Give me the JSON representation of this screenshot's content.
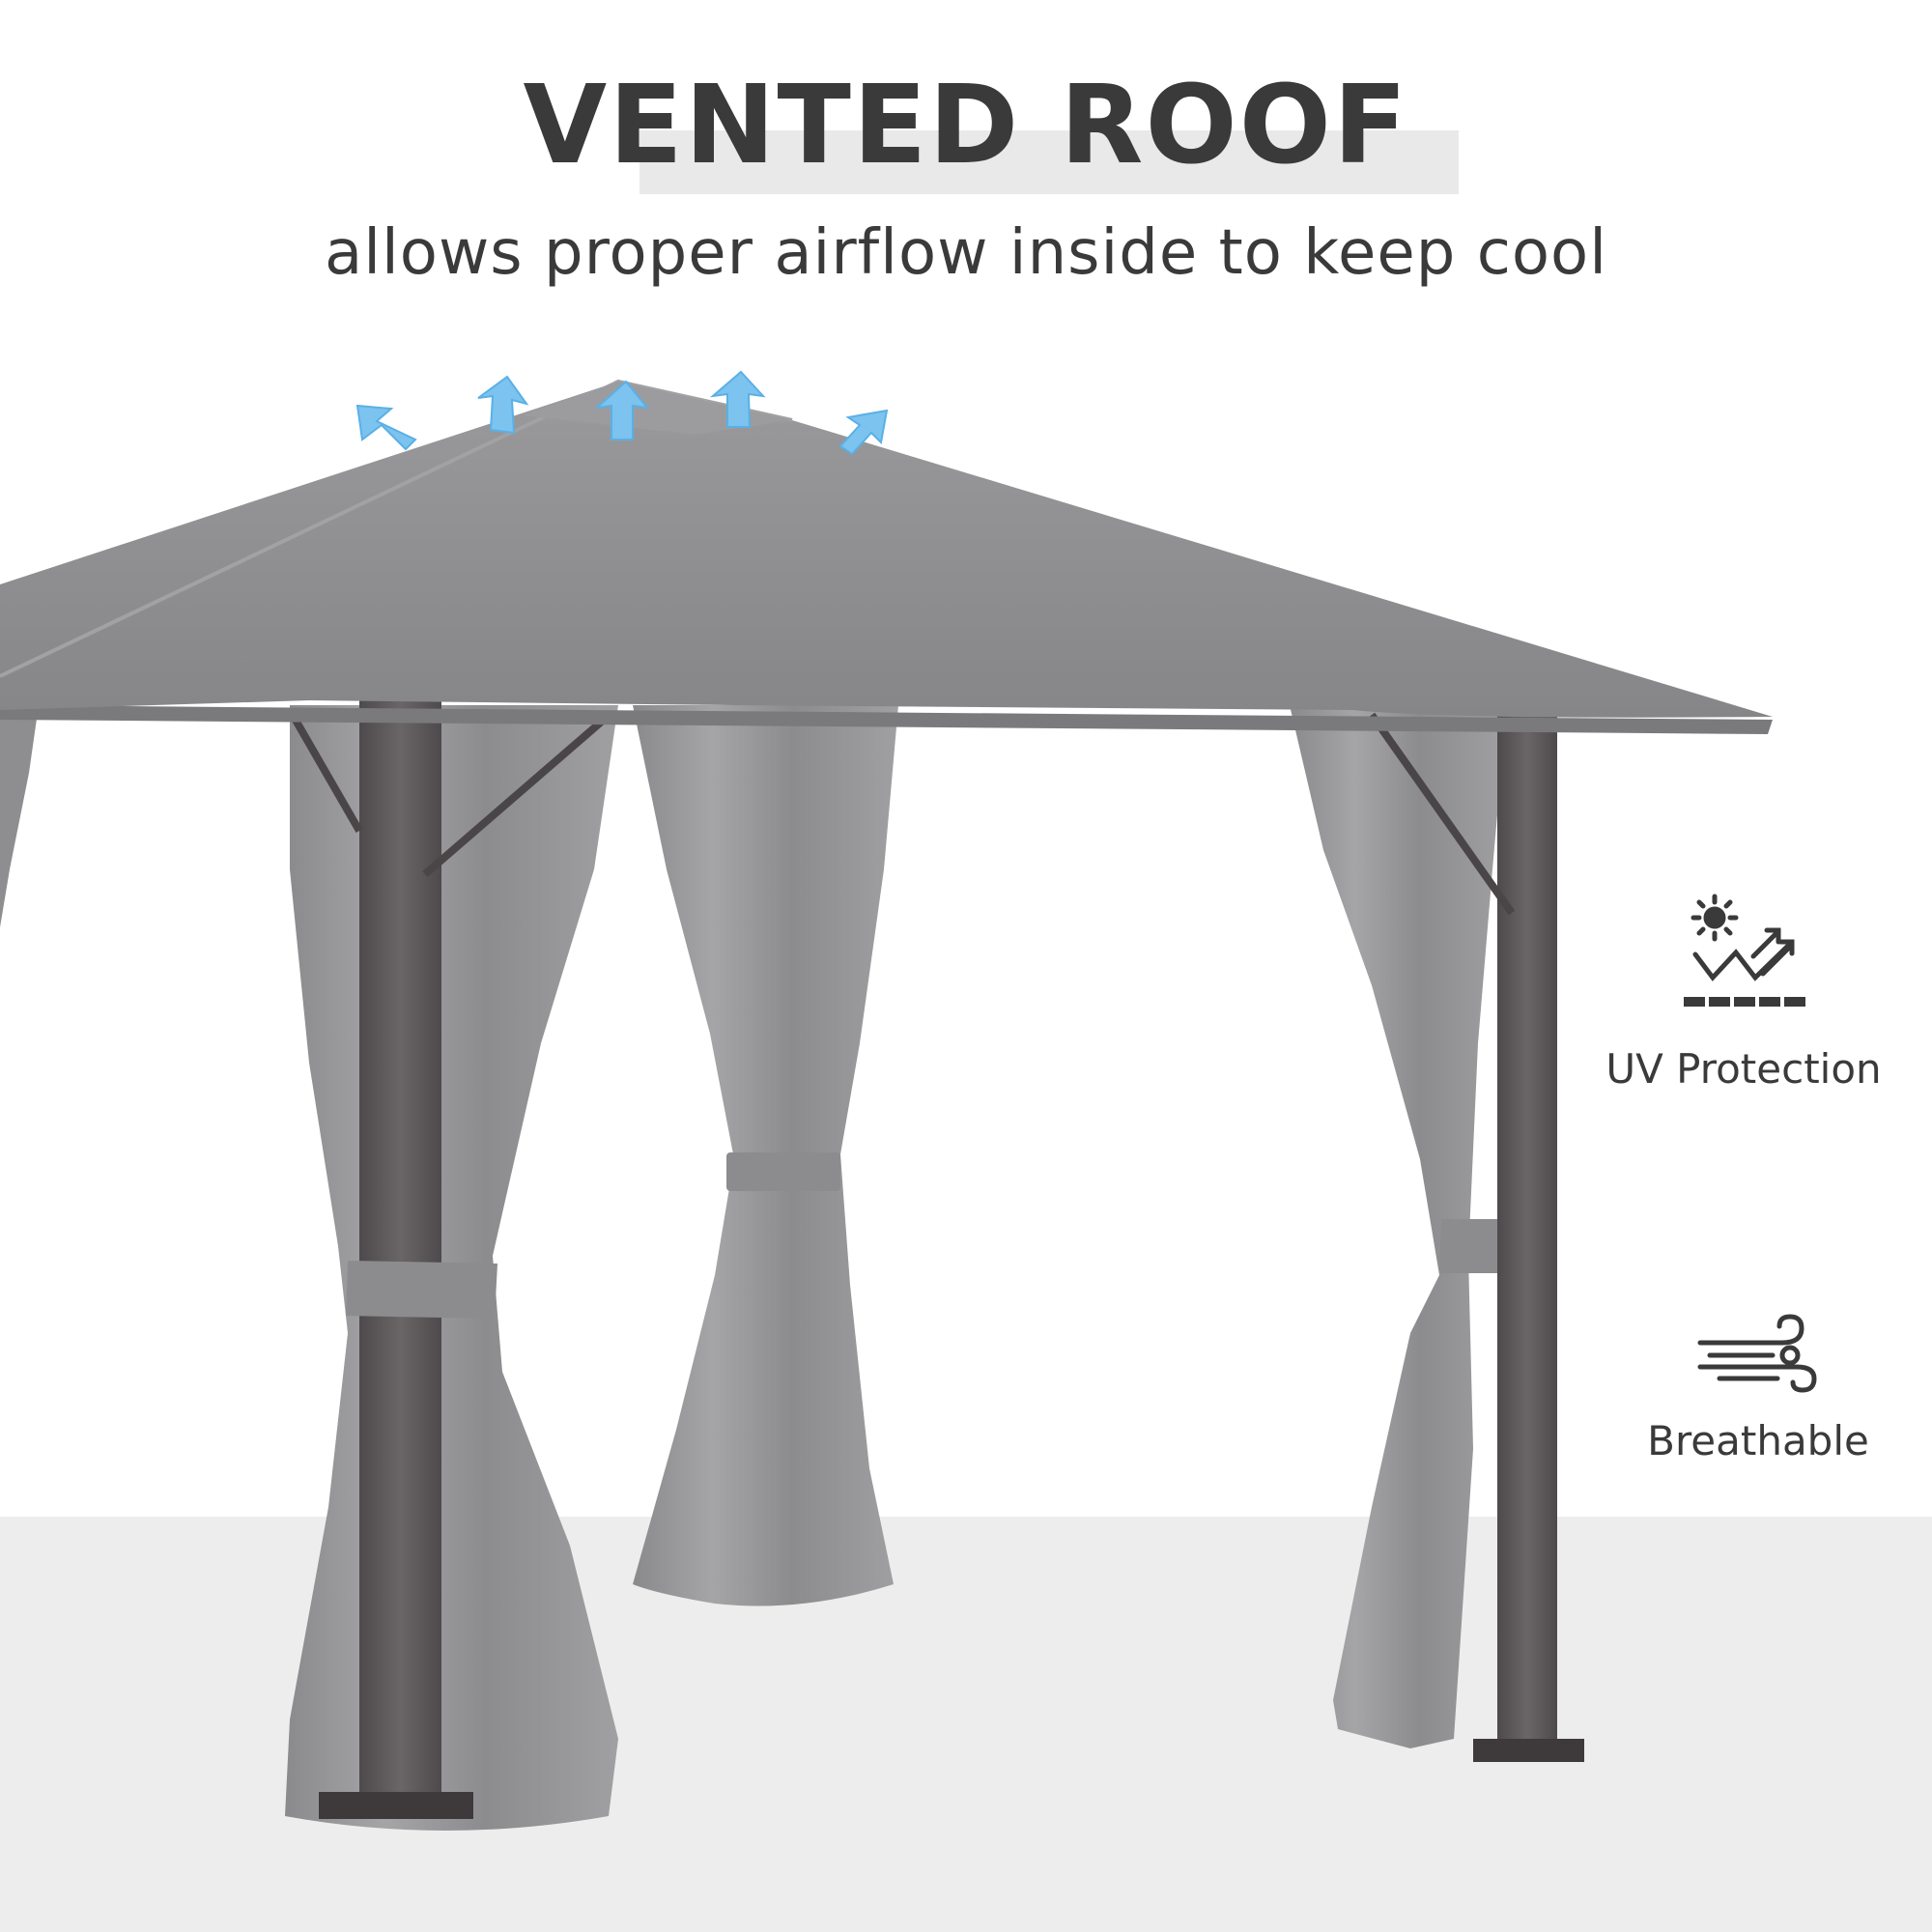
{
  "heading": {
    "title": "VENTED ROOF",
    "subtitle": "allows proper airflow inside to keep cool"
  },
  "features": [
    {
      "label": "UV Protection",
      "icon": "uv-protection-icon"
    },
    {
      "label": "Breathable",
      "icon": "breathable-wind-icon"
    }
  ],
  "colors": {
    "canopy": "#8e8e90",
    "curtain": "#9a9a9c",
    "post": "#5a5658",
    "floor": "#ededed",
    "vent_arrow": "#7cc3ef",
    "text": "#3a3a3a"
  }
}
